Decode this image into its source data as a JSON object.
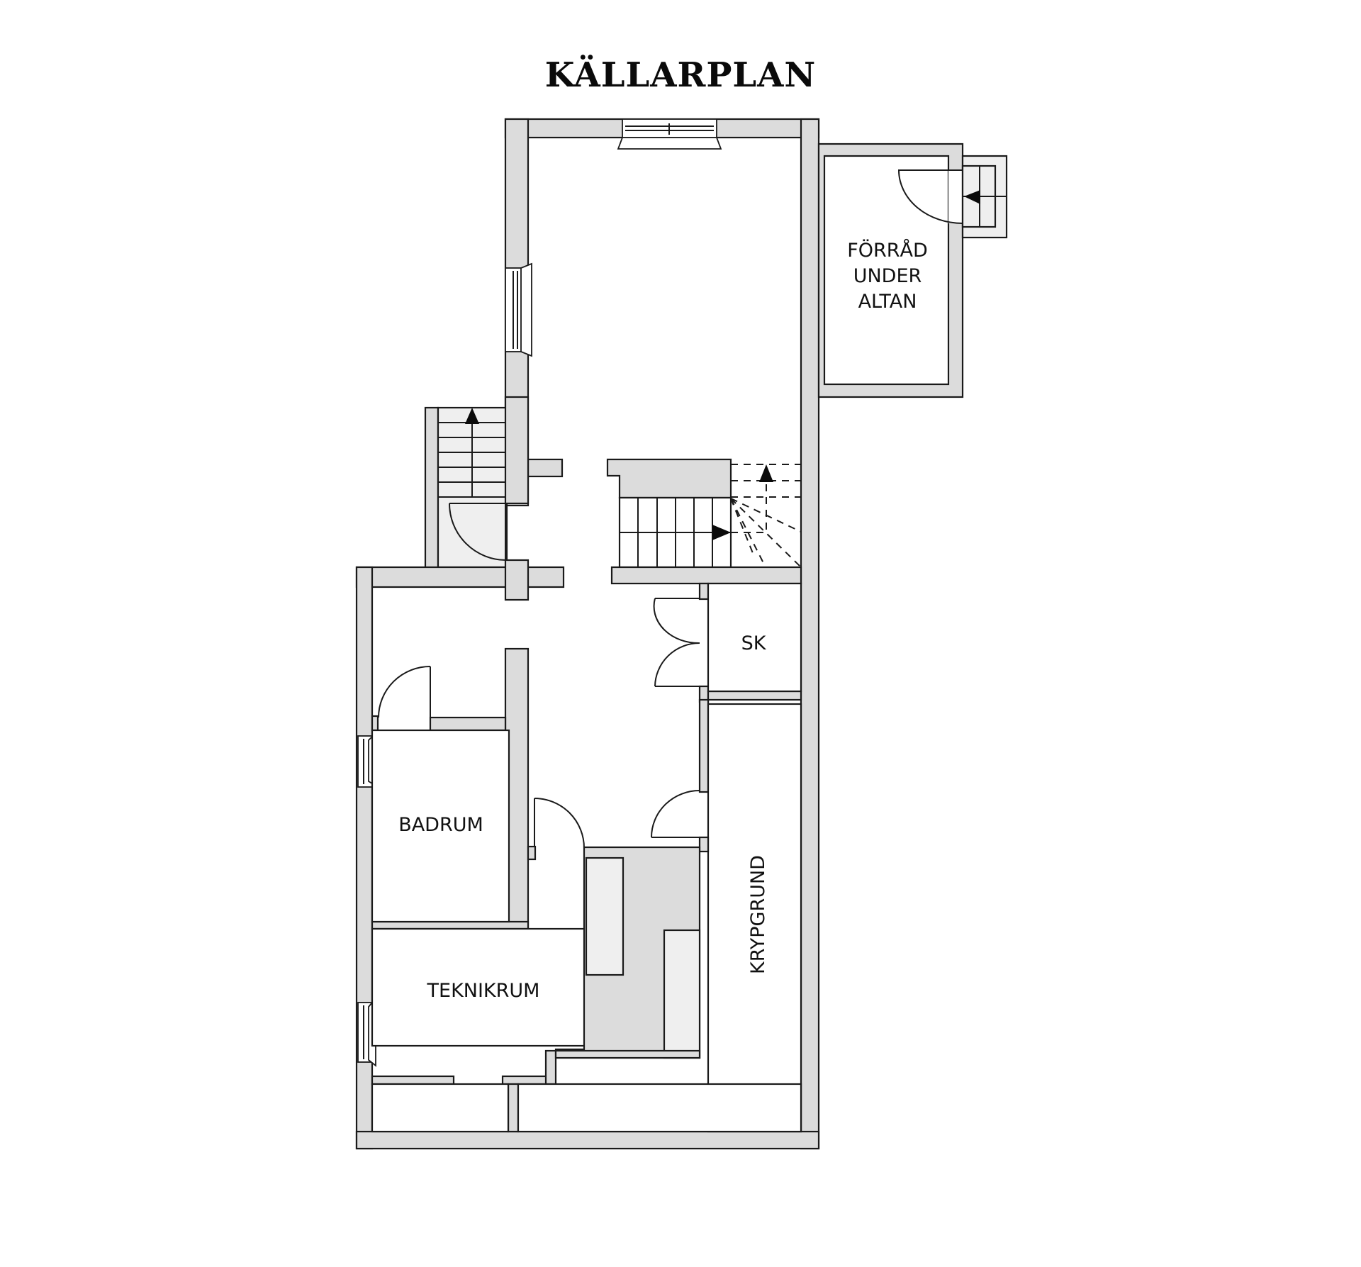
{
  "title": "KÄLLARPLAN",
  "colors": {
    "wall_fill": "#dcdcdc",
    "furniture_fill": "#efefef",
    "outline": "#1a1a1a",
    "background": "#ffffff"
  },
  "rooms": [
    {
      "id": "forrad",
      "label_lines": [
        "FÖRRÅD",
        "UNDER",
        "ALTAN"
      ]
    },
    {
      "id": "sk",
      "label": "SK"
    },
    {
      "id": "badrum",
      "label": "BADRUM"
    },
    {
      "id": "teknikrum",
      "label": "TEKNIKRUM"
    },
    {
      "id": "krypgrund",
      "label": "KRYPGRUND"
    }
  ],
  "stairs": [
    {
      "id": "exterior-stair-left",
      "direction": "up"
    },
    {
      "id": "interior-stair",
      "direction": "up"
    },
    {
      "id": "exterior-steps-right",
      "direction": "in"
    }
  ]
}
